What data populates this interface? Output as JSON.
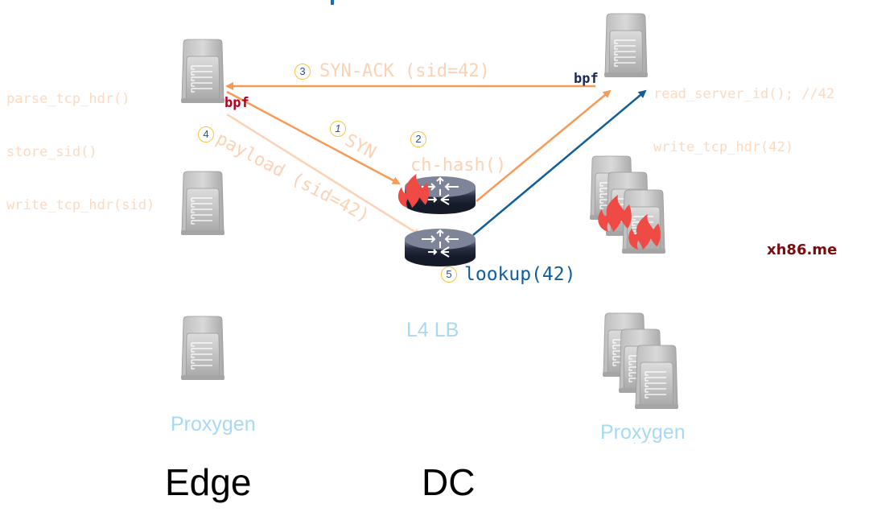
{
  "colors": {
    "orange": "#f59a57",
    "orange_light": "#fcd2b5",
    "blue": "#125e9b",
    "code_text": "#fcd9bf",
    "label_light_blue": "#a6daf3",
    "bpf_red": "#b00020",
    "bpf_navy": "#1b2a4f",
    "badge_border": "#f3c63f",
    "badge_text": "#2f4f8f",
    "flame": "#ef4a43",
    "watermark": "#7a0d0d"
  },
  "edge_code": [
    "parse_tcp_hdr()",
    "store_sid()",
    "write_tcp_hdr(sid)"
  ],
  "dc_code": [
    "read_server_id(); //42",
    "write_tcp_hdr(42)"
  ],
  "bpf_left": "bpf",
  "bpf_right": "bpf",
  "steps": [
    {
      "num": "1",
      "label": "SYN"
    },
    {
      "num": "2",
      "label": "ch-hash()"
    },
    {
      "num": "3",
      "label": "SYN-ACK (sid=42)"
    },
    {
      "num": "4",
      "label": "payload (sid=42)"
    },
    {
      "num": "5",
      "label": "lookup(42)"
    }
  ],
  "labels": {
    "l4lb": "L4 LB",
    "proxygen_edge": "Proxygen",
    "proxygen_dc": "Proxygen",
    "ellipsis": ". . .",
    "edge": "Edge",
    "dc": "DC"
  },
  "watermark": "xh86.me",
  "icons": [
    "server-icon",
    "router-icon",
    "flame-icon",
    "arrow"
  ]
}
